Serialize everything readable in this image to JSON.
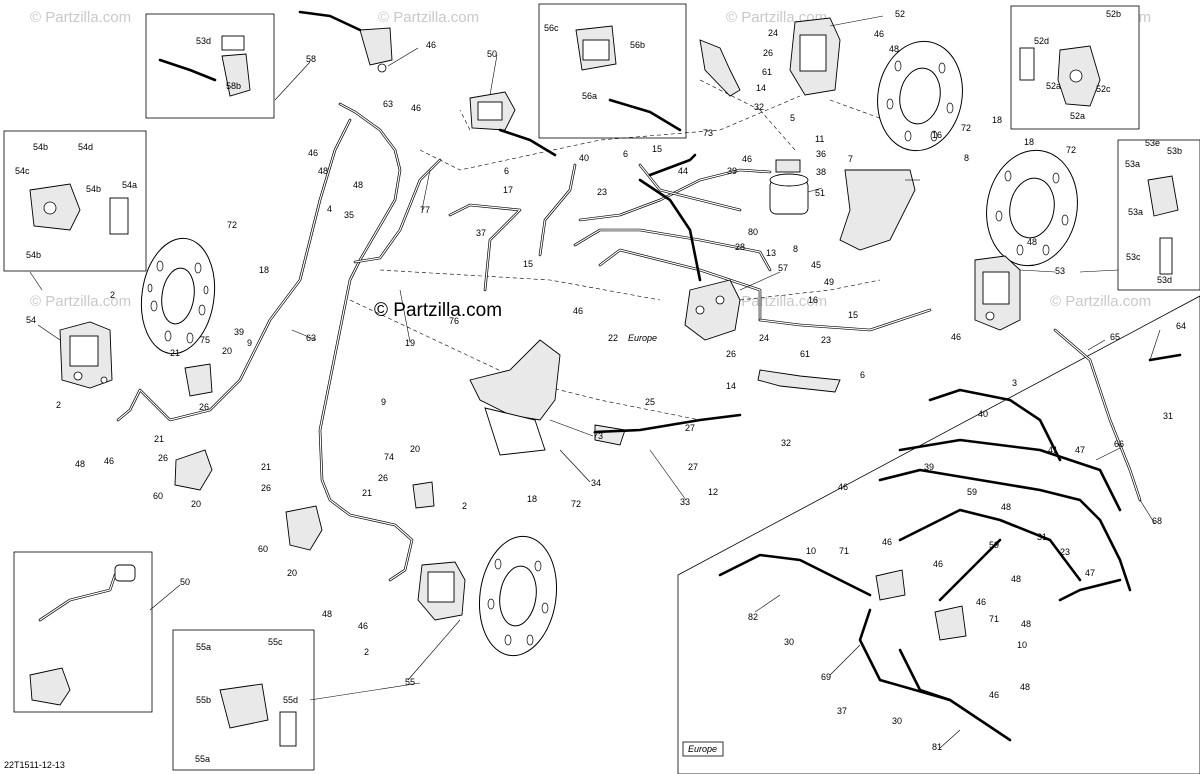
{
  "diagram": {
    "watermark": "© Partzilla.com",
    "center_watermark": "© Partzilla.com",
    "drawing_number": "22T1511-12-13",
    "region_labels": {
      "europe_main": "Europe",
      "europe_inset": "Europe"
    },
    "labels": [
      "2",
      "3",
      "4",
      "5",
      "6",
      "7",
      "8",
      "9",
      "10",
      "11",
      "12",
      "13",
      "14",
      "15",
      "16",
      "17",
      "18",
      "19",
      "20",
      "21",
      "22",
      "23",
      "24",
      "25",
      "26",
      "27",
      "28",
      "30",
      "31",
      "32",
      "33",
      "34",
      "35",
      "36",
      "37",
      "38",
      "39",
      "40",
      "41",
      "44",
      "45",
      "46",
      "47",
      "48",
      "49",
      "50",
      "51",
      "52",
      "53",
      "54",
      "55",
      "56",
      "57",
      "58",
      "59",
      "60",
      "61",
      "63",
      "64",
      "65",
      "66",
      "68",
      "69",
      "71",
      "72",
      "73",
      "74",
      "75",
      "76",
      "77",
      "80",
      "81",
      "82",
      "52a",
      "52b",
      "52c",
      "52d",
      "53a",
      "53b",
      "53c",
      "53d",
      "53e",
      "54a",
      "54b",
      "54c",
      "54d",
      "55a",
      "55b",
      "55c",
      "55d",
      "56a",
      "56b",
      "56c",
      "58b",
      "53d",
      "53a",
      "53c"
    ]
  }
}
